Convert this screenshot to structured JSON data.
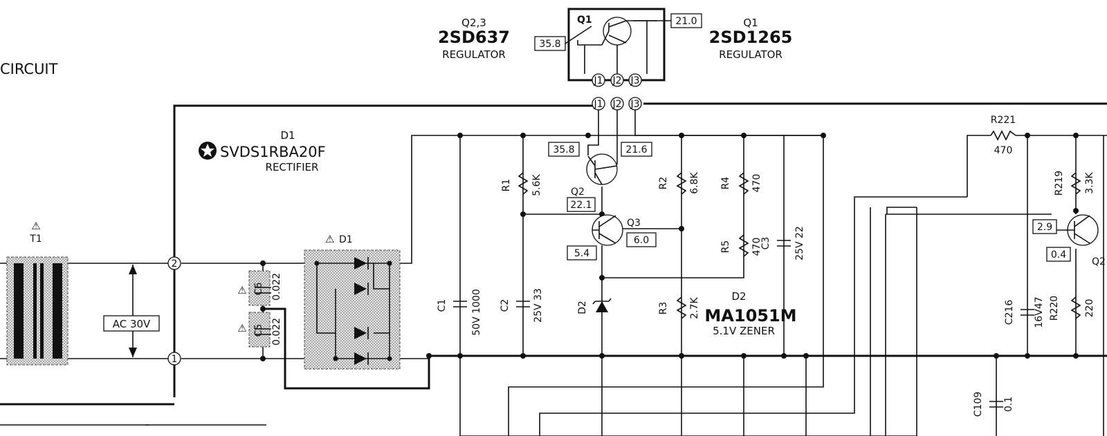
{
  "title": "CIRCUIT",
  "transformer": {
    "ref": "T1",
    "warning": "⚠"
  },
  "ac_label": "AC 30V",
  "terminals": [
    "2",
    "1"
  ],
  "rectifier": {
    "ref": "D1",
    "part": "SVDS1RBA20F",
    "desc": "RECTIFIER",
    "inline_ref": "D1",
    "warning": "⚠"
  },
  "caps_input": [
    {
      "ref": "C6",
      "value": "0.022",
      "warning": "⚠"
    },
    {
      "ref": "C5",
      "value": "0.022",
      "warning": "⚠"
    }
  ],
  "regulator_left": {
    "ref": "Q2,3",
    "part": "2SD637",
    "desc": "REGULATOR"
  },
  "regulator_right": {
    "ref": "Q1",
    "part": "2SD1265",
    "desc": "REGULATOR"
  },
  "q1_box": {
    "ref": "Q1",
    "v_left": "35.8",
    "v_right": "21.0"
  },
  "jumpers": [
    "J1",
    "J2",
    "J3"
  ],
  "voltages": {
    "q2_collector": "35.8",
    "q2_emitter_right": "21.6",
    "q2_base": "22.1",
    "q3_emitter": "6.0",
    "q3_base": "5.4",
    "q2b_base": "2.9",
    "q2b_emitter": "0.4"
  },
  "transistors": {
    "q2": "Q2",
    "q3": "Q3",
    "q2b": "Q2"
  },
  "components": {
    "c1": {
      "ref": "C1",
      "value": "50V 1000"
    },
    "c2": {
      "ref": "C2",
      "value": "25V 33"
    },
    "r1": {
      "ref": "R1",
      "value": "5.6K"
    },
    "r2": {
      "ref": "R2",
      "value": "6.8K"
    },
    "r3": {
      "ref": "R3",
      "value": "2.7K"
    },
    "r4": {
      "ref": "R4",
      "value": "470"
    },
    "r5": {
      "ref": "R5",
      "value": "470"
    },
    "c3": {
      "ref": "C3",
      "value": "25V 22"
    },
    "r221": {
      "ref": "R221",
      "value": "470"
    },
    "r219": {
      "ref": "R219",
      "value": "3.3K"
    },
    "c216": {
      "ref": "C216",
      "value": "16V47"
    },
    "r220": {
      "ref": "R220",
      "value": "220"
    },
    "c109": {
      "ref": "C109",
      "value": "0.1"
    }
  },
  "zener": {
    "ref": "D2",
    "part": "MA1051M",
    "desc": "5.1V ZENER",
    "inline_ref": "D2"
  }
}
